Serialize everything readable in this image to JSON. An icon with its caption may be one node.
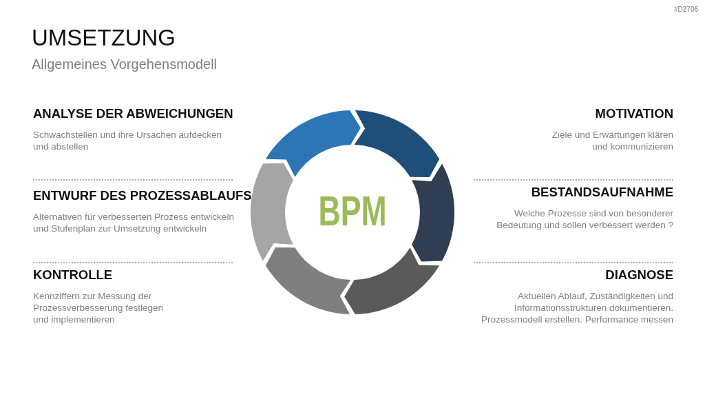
{
  "diagram": {
    "title": "UMSETZUNG",
    "labels": [
      "#D2706",
      "Allgemeines Vorgehensmodell",
      "ANALYSE DER ABWEICHUNGEN",
      "Schwachstellen und ihre Ursachen aufdecken und abstellen",
      "MOTIVATION",
      "Ziele und Erwartungen klären und kommunizieren",
      "ENTWURF DES PROZESSABLAUFS",
      "Alternativen für verbesserten Prozess entwickeln und Stufenplan zur  Umsetzung entwickeln",
      "BPM",
      "BESTANDSAUFNAHME",
      "Welche Prozesse sind von besonderer Bedeutung und sollen verbessert werden ?",
      "KONTROLLE",
      "Kennziffern zur Messung der Prozessverbesserung festlegen und implementieren",
      "DIAGNOSE",
      "Aktuellen Ablauf, Zuständigkeiten und Informationsstrukturen dokumentieren. Prozessmodell erstellen. Performance messen"
    ]
  }
}
